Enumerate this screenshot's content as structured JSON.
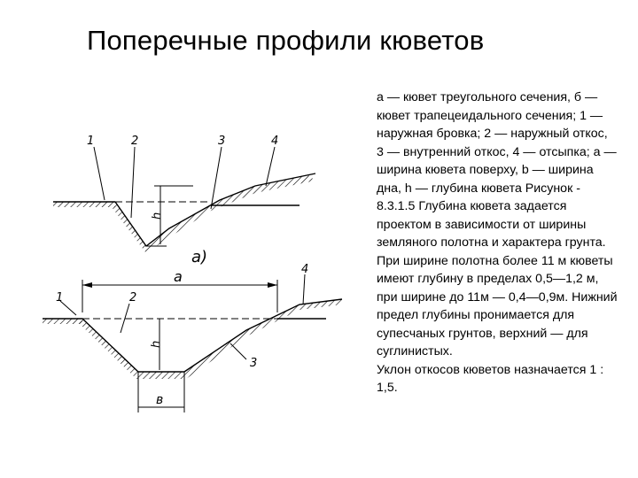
{
  "slide": {
    "title": "Поперечные профили кюветов",
    "description": "а — кювет треугольного сечения, б — кювет трапецеидального сечения; 1 — наружная бровка; 2 — наружный откос, 3 — внутренний откос, 4 — отсыпка; а — ширина кювета поверху, b — ширина дна, h — глубина кювета Рисунок - 8.3.1.5 Глубина кювета задается проектом в зависимости от ширины земляного полотна и характера грунта. При ширине полотна более 11 м кюветы имеют глубину в пределах 0,5—1,2 м, при ширине до 11м — 0,4—0,9м. Нижний предел глубины пронимается для супесчаных грунтов, верхний — для суглинистых.",
    "footer_line": "Уклон откосов кюветов назначается 1 : 1,5."
  },
  "diagram": {
    "top": {
      "caption": "а)",
      "labels": {
        "outer_edge": "1",
        "outer_slope": "2",
        "inner_slope": "3",
        "fill": "4",
        "depth": "h"
      }
    },
    "bottom": {
      "labels": {
        "outer_edge": "1",
        "outer_slope": "2",
        "inner_slope": "3",
        "fill": "4",
        "width_top": "a",
        "depth": "h",
        "width_bottom": "в"
      }
    }
  }
}
